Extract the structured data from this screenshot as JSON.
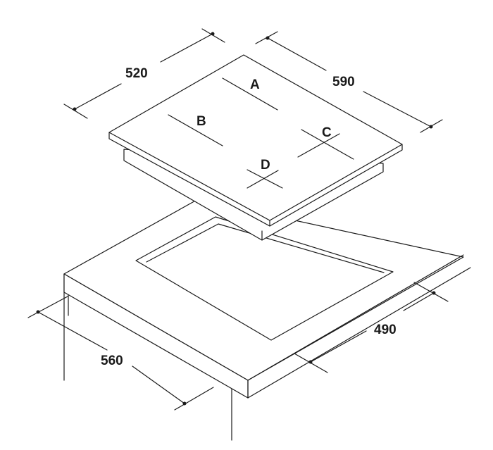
{
  "dimensions": {
    "hob_depth": "520",
    "hob_width": "590",
    "cutout_width": "560",
    "cutout_depth": "490"
  },
  "zones": {
    "a": "A",
    "b": "B",
    "c": "C",
    "d": "D"
  },
  "colors": {
    "line": "#1a1a1a",
    "background": "#ffffff"
  }
}
